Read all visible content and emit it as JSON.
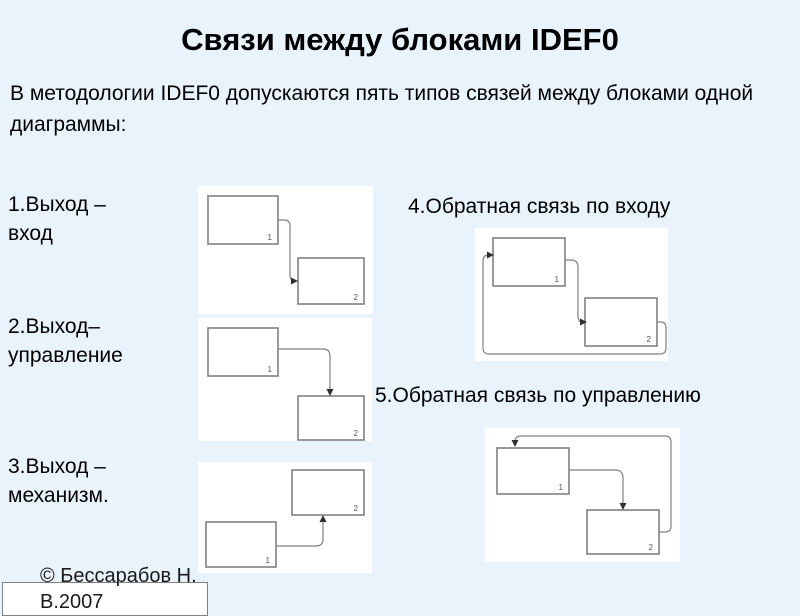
{
  "slide": {
    "title": "Связи между блоками IDEF0",
    "intro": "В методологии IDEF0 допускаются пять типов связей между блоками одной диаграммы:",
    "background_color": "#e9f3fb",
    "panel_color": "#ffffff",
    "box_border_color": "#808080",
    "arrow_color": "#808080"
  },
  "items": [
    {
      "number": "1.",
      "label": "1.Выход –\n   вход",
      "diagram": "output-input"
    },
    {
      "number": "2.",
      "label": "2.Выход–\n   управление",
      "diagram": "output-control"
    },
    {
      "number": "3.",
      "label": "3.Выход –\n   механизм.",
      "diagram": "output-mechanism"
    },
    {
      "number": "4.",
      "label": "4.Обратная связь по входу",
      "diagram": "input-feedback"
    },
    {
      "number": "5.",
      "label": "5.Обратная связь по управлению",
      "diagram": "control-feedback"
    }
  ],
  "diagrams": {
    "d1": {
      "name": "output-input",
      "box_labels": [
        "1",
        "2"
      ]
    },
    "d2": {
      "name": "output-control",
      "box_labels": [
        "1",
        "2"
      ]
    },
    "d3": {
      "name": "output-mechanism",
      "box_labels": [
        "1",
        "2"
      ]
    },
    "d4": {
      "name": "input-feedback",
      "box_labels": [
        "1",
        "2"
      ]
    },
    "d5": {
      "name": "control-feedback",
      "box_labels": [
        "1",
        "2"
      ]
    }
  },
  "footer": {
    "credit": "© Бессарабов Н.\n   В.2007"
  }
}
